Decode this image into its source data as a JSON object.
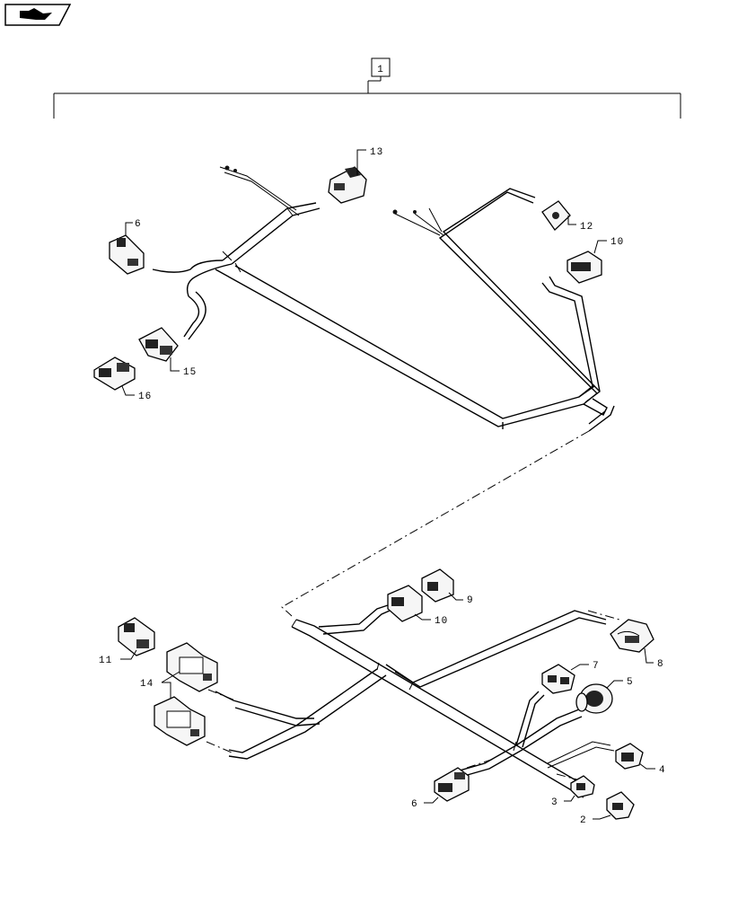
{
  "callouts": {
    "c1": "1",
    "c2": "2",
    "c3": "3",
    "c4": "4",
    "c5": "5",
    "c6a": "6",
    "c6b": "6",
    "c7": "7",
    "c8": "8",
    "c9": "9",
    "c10a": "10",
    "c10b": "10",
    "c11": "11",
    "c12": "12",
    "c13": "13",
    "c14": "14",
    "c15": "15",
    "c16": "16"
  },
  "icons": {
    "top_left": "next-page-arrow-icon"
  }
}
